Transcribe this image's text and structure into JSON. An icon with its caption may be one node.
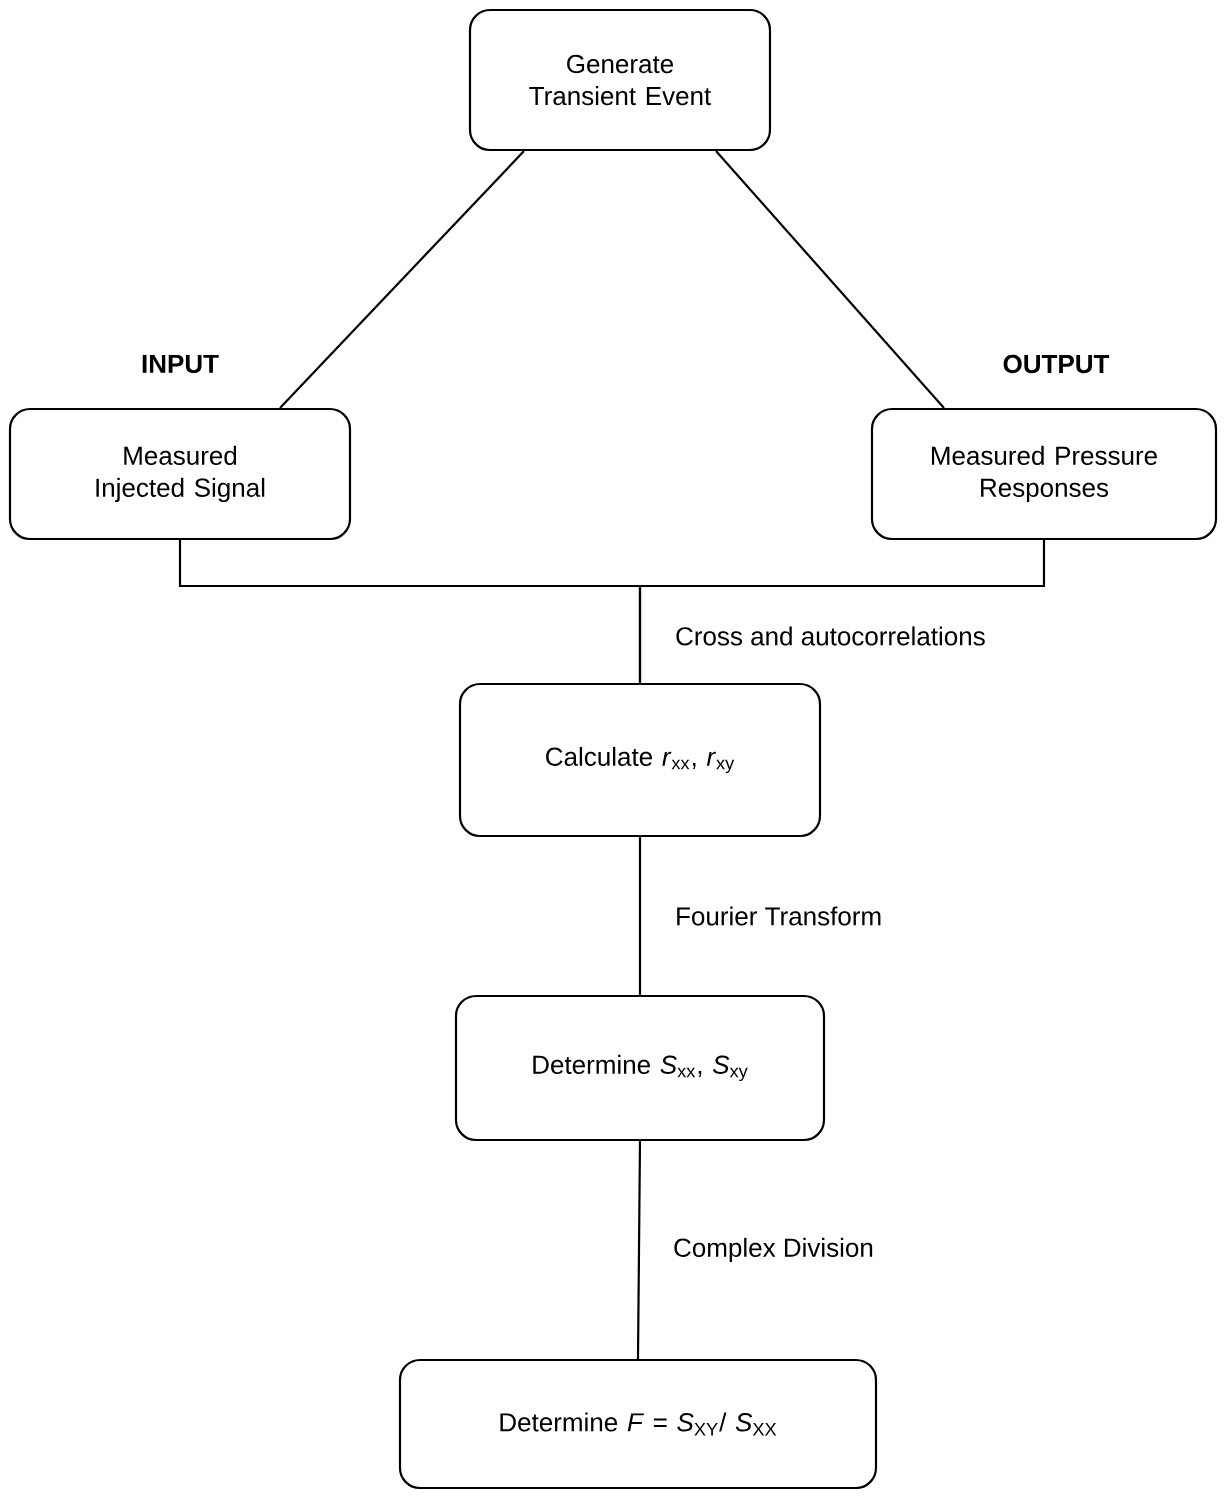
{
  "diagram": {
    "nodes": [
      {
        "text": [
          "Generate Transient Event"
        ]
      },
      {
        "text": [
          "Measured Injected Signal"
        ]
      },
      {
        "text": [
          "Measured Pressure Responses"
        ]
      },
      {
        "text": [
          "Calculate *r*$_{xx}$, *r*$_{xy}$"
        ]
      },
      {
        "text": [
          "Determine *S*$_{xx}$, *S*$_{xy}$"
        ]
      },
      {
        "text": [
          "Determine *F* = *S*$_{XY}$/ *S*$_{XX}$"
        ]
      }
    ],
    "edges": [
      {
        "from": 0,
        "to": 1,
        "arrow": "none"
      },
      {
        "from": 0,
        "to": 2,
        "arrow": "none"
      },
      {
        "from": 1,
        "to": 3,
        "arrow": "none",
        "label": "Cross and autocorrelations"
      },
      {
        "from": 2,
        "to": 3,
        "arrow": "none"
      },
      {
        "from": 3,
        "to": 4,
        "arrow": "none",
        "label": "Fourier Transform"
      },
      {
        "from": 4,
        "to": 5,
        "arrow": "none",
        "label": "Complex Division"
      }
    ],
    "labels": [
      "INPUT",
      "OUTPUT"
    ]
  }
}
